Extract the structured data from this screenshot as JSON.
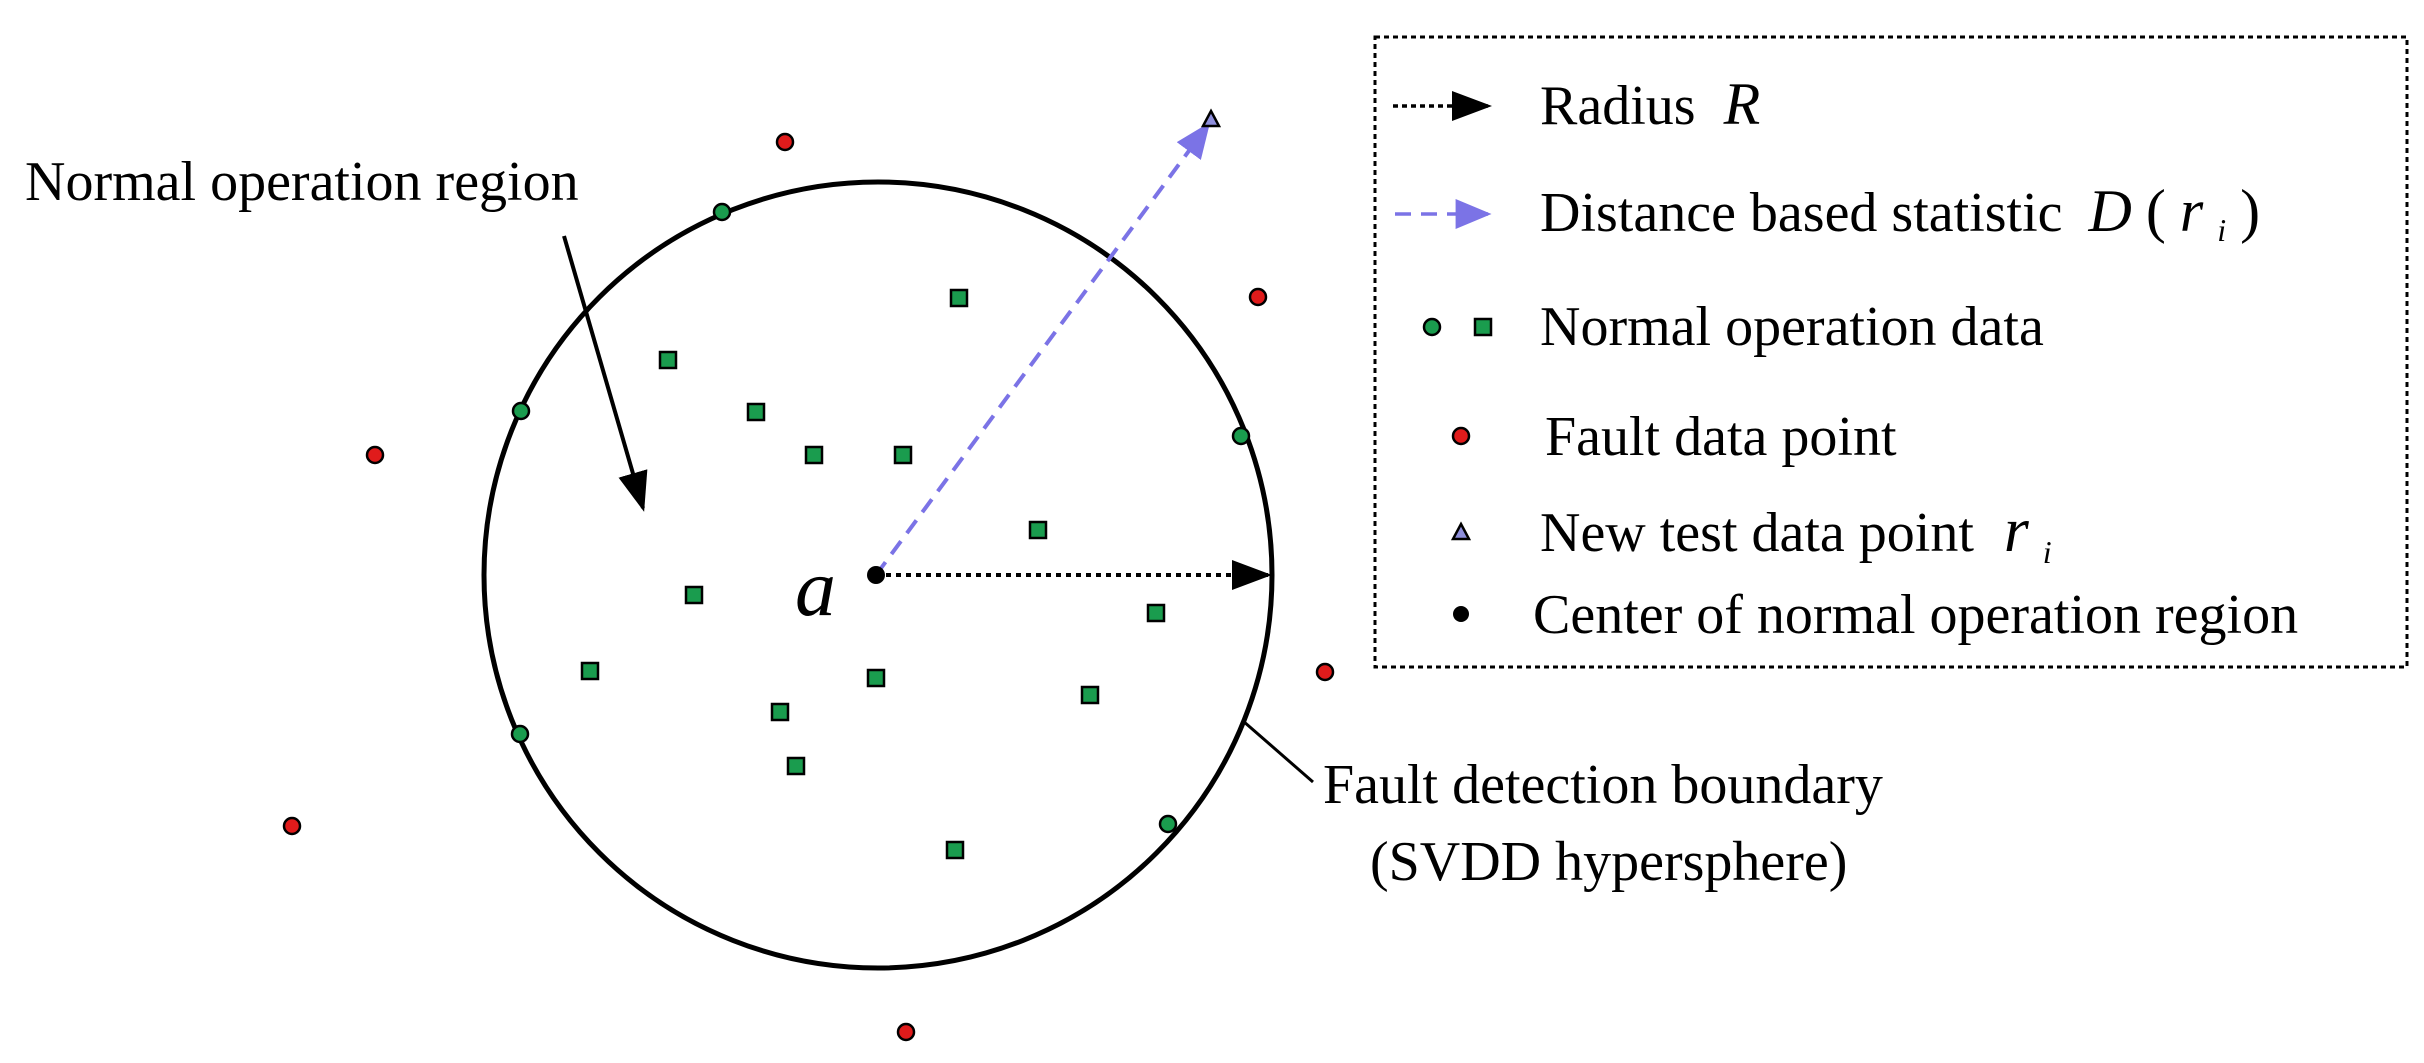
{
  "labels": {
    "normal_region": "Normal operation region",
    "center_symbol": "a",
    "boundary_line1": "Fault detection boundary",
    "boundary_line2": "(SVDD hypersphere)"
  },
  "legend": {
    "radius": {
      "text": "Radius",
      "symbol": "R"
    },
    "distance": {
      "text": "Distance based statistic",
      "symbol_D": "D",
      "symbol_open": "(",
      "symbol_r": "r",
      "symbol_sub": "i",
      "symbol_close": ")"
    },
    "normal_data": {
      "text": "Normal operation data"
    },
    "fault_point": {
      "text": "Fault data point"
    },
    "new_test_point": {
      "text": "New test data point",
      "symbol_r": "r",
      "symbol_sub": "i"
    },
    "center": {
      "text": "Center of normal operation region"
    }
  },
  "colors": {
    "normal_fill": "#1a9c4e",
    "fault_fill": "#e01b1b",
    "test_fill": "#8f8fdc",
    "distance_arrow": "#7b73e6",
    "outline": "#000000"
  }
}
